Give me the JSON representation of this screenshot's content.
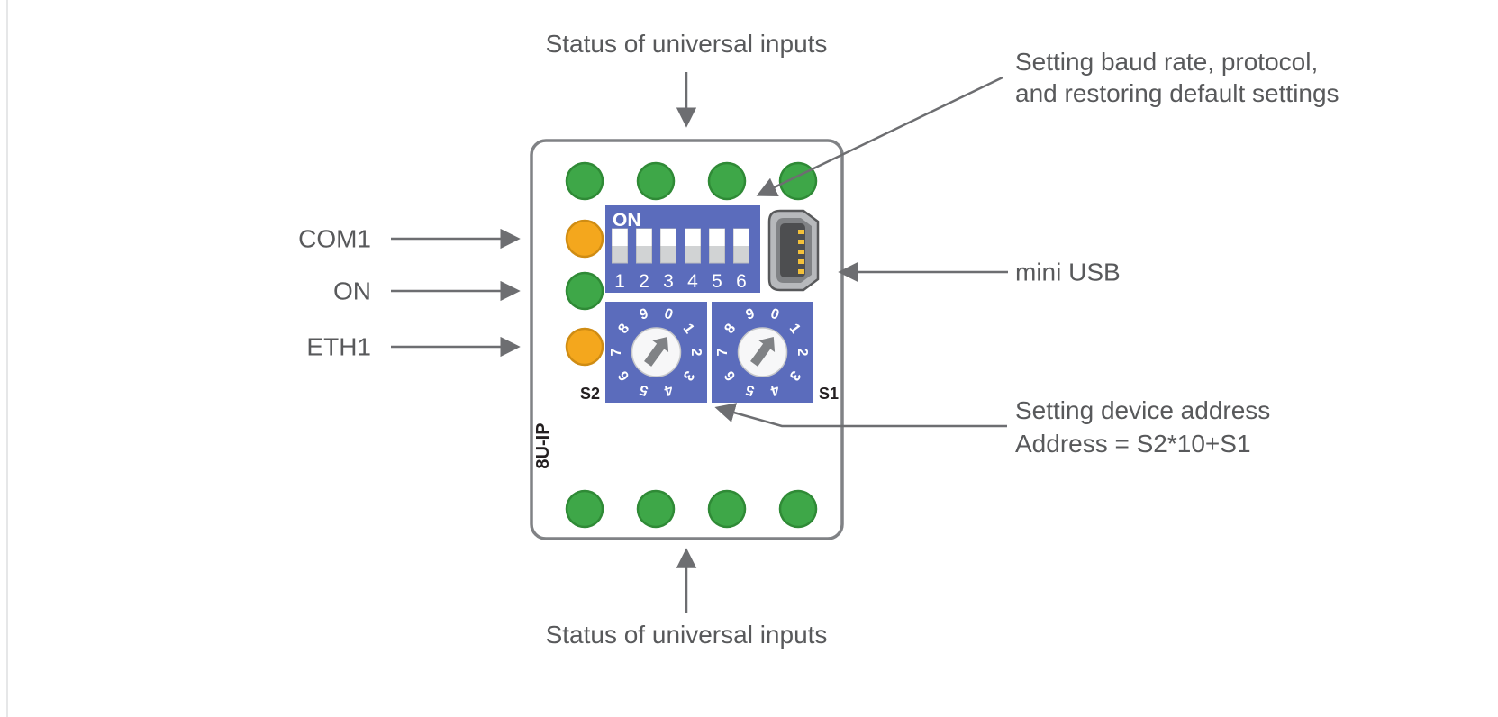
{
  "diagram": {
    "callouts": {
      "top_status": "Status of universal inputs",
      "bottom_status": "Status of universal inputs",
      "baud_line1": "Setting baud rate, protocol,",
      "baud_line2": "and restoring default settings",
      "mini_usb": "mini USB",
      "address_line1": "Setting device address",
      "address_line2": "Address = S2*10+S1",
      "led_com1": "COM1",
      "led_on": "ON",
      "led_eth1": "ETH1"
    },
    "device": {
      "model": "8U-IP",
      "dip_switch": {
        "on_label": "ON",
        "positions": [
          "1",
          "2",
          "3",
          "4",
          "5",
          "6"
        ]
      },
      "rotary_s2_label": "S2",
      "rotary_s1_label": "S1",
      "rotary_digits": [
        "0",
        "1",
        "2",
        "3",
        "4",
        "5",
        "6",
        "7",
        "8",
        "9"
      ]
    },
    "colors": {
      "led_green": "#3ea748",
      "led_green_border": "#2f8a36",
      "led_orange": "#f4a71d",
      "led_orange_border": "#cf8c13",
      "switch_blue": "#5b6cbc",
      "body_outline": "#808285",
      "callout": "#6d6e71"
    }
  }
}
